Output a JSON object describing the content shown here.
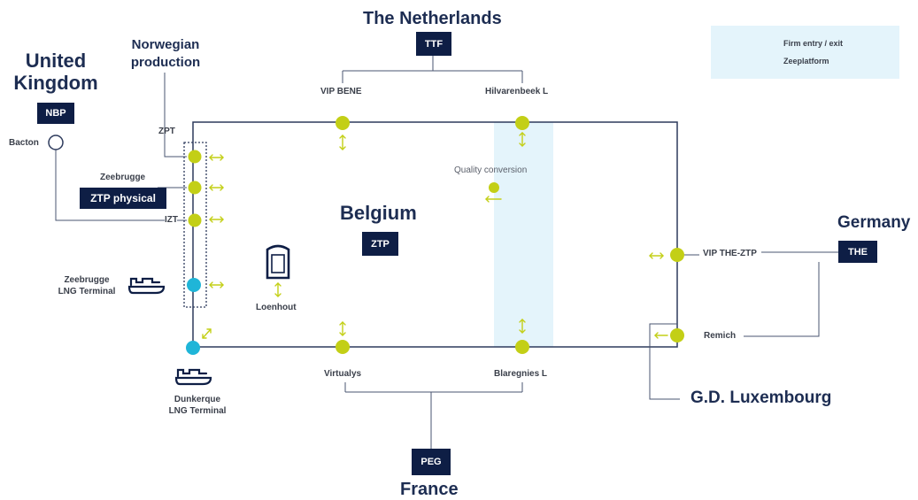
{
  "countries": {
    "netherlands": "The Netherlands",
    "uk": "United Kingdom",
    "norway": "Norwegian production",
    "belgium": "Belgium",
    "germany": "Germany",
    "luxembourg": "G.D. Luxembourg",
    "france": "France"
  },
  "hubs": {
    "ttf": "TTF",
    "nbp": "NBP",
    "ztp_physical": "ZTP physical",
    "ztp": "ZTP",
    "the": "THE",
    "peg": "PEG"
  },
  "points": {
    "vip_bene": "VIP BENE",
    "hilvarenbeek": "Hilvarenbeek L",
    "zpt": "ZPT",
    "bacton": "Bacton",
    "zeebrugge": "Zeebrugge",
    "izt": "IZT",
    "zeebrugge_lng": "Zeebrugge LNG Terminal",
    "loenhout": "Loenhout",
    "dunkerque_lng": "Dunkerque LNG Terminal",
    "virtualys": "Virtualys",
    "blaregnies": "Blaregnies L",
    "vip_the_ztp": "VIP THE-ZTP",
    "remich": "Remich",
    "quality_conversion": "Quality conversion"
  },
  "legend": {
    "firm": "Firm entry / exit",
    "zeeplatform": "Zeeplatform"
  },
  "colors": {
    "navy": "#0e1e45",
    "line": "#2d3a5c",
    "lime": "#c3cf16",
    "cyan": "#1fb5d8",
    "band": "#e4f4fb"
  }
}
